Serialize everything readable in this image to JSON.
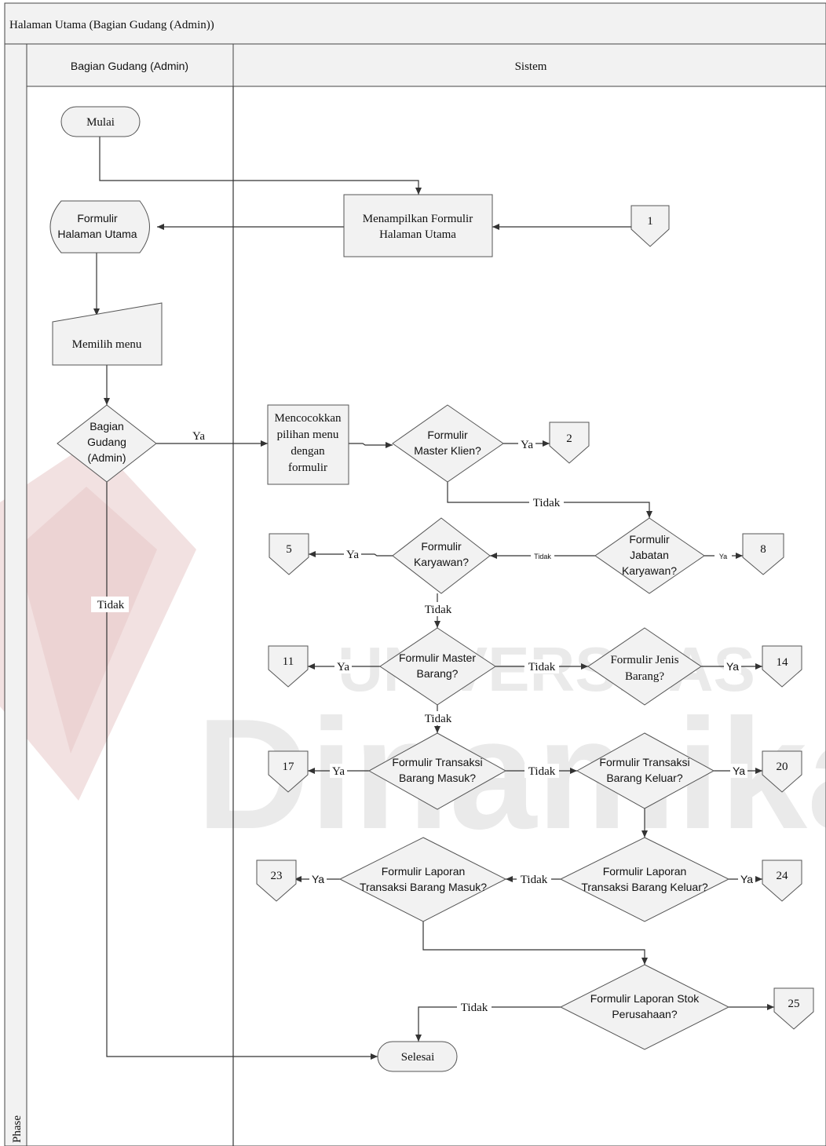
{
  "title": "Halaman Utama (Bagian Gudang (Admin))",
  "lanes": {
    "left": "Bagian Gudang (Admin)",
    "right": "Sistem"
  },
  "phase": "Phase",
  "watermark": {
    "top": "UNIVERSITAS",
    "bottom": "Dinamika"
  },
  "nodes": {
    "start": "Mulai",
    "display_form": [
      "Menampilkan Formulir",
      "Halaman Utama"
    ],
    "form_home": [
      "Formulir",
      "Halaman Utama"
    ],
    "choose_menu": "Memilih menu",
    "decision_admin": [
      "Bagian",
      "Gudang",
      "(Admin)"
    ],
    "match_menu": [
      "Mencocokkan",
      "pilihan menu",
      "dengan",
      "formulir"
    ],
    "d_master_klien": [
      "Formulir",
      "Master Klien?"
    ],
    "d_jabatan": [
      "Formulir",
      "Jabatan",
      "Karyawan?"
    ],
    "d_karyawan": [
      "Formulir",
      "Karyawan?"
    ],
    "d_master_barang": [
      "Formulir Master",
      "Barang?"
    ],
    "d_jenis_barang": [
      "Formulir Jenis",
      "Barang?"
    ],
    "d_trans_masuk": [
      "Formulir Transaksi",
      "Barang Masuk?"
    ],
    "d_trans_keluar": [
      "Formulir Transaksi",
      "Barang Keluar?"
    ],
    "d_lap_masuk": [
      "Formulir Laporan",
      "Transaksi Barang Masuk?"
    ],
    "d_lap_keluar": [
      "Formulir Laporan",
      "Transaksi Barang Keluar?"
    ],
    "d_lap_stok": [
      "Formulir Laporan Stok",
      "Perusahaan?"
    ],
    "end": "Selesai"
  },
  "connectors": {
    "c1": "1",
    "c2": "2",
    "c5": "5",
    "c8": "8",
    "c11": "11",
    "c14": "14",
    "c17": "17",
    "c20": "20",
    "c23": "23",
    "c24": "24",
    "c25": "25"
  },
  "edge_labels": {
    "yes": "Ya",
    "no": "Tidak"
  }
}
